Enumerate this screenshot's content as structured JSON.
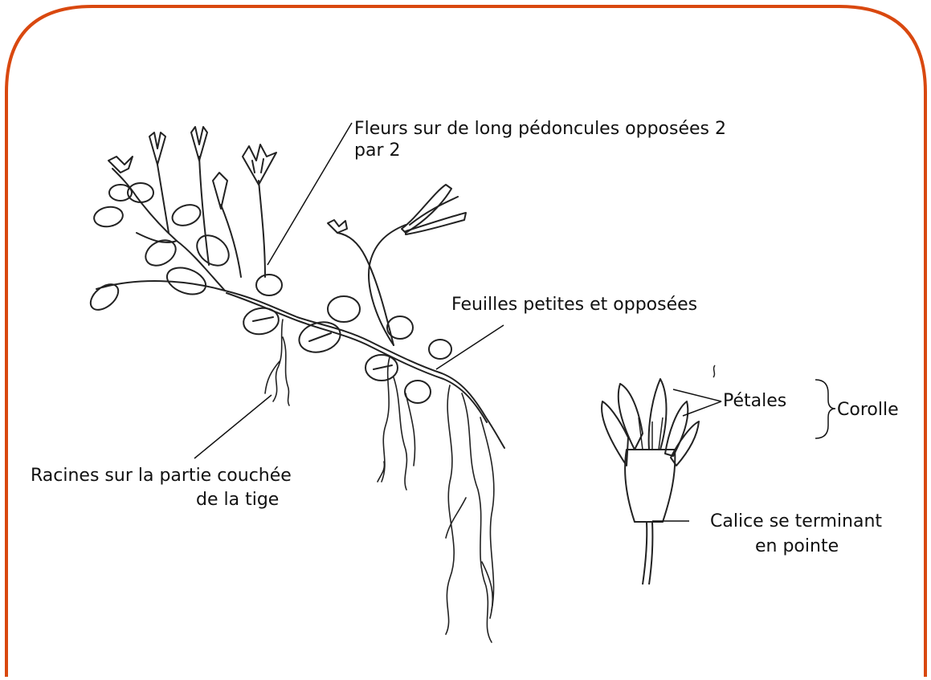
{
  "frame": {
    "border_color": "#d9480f"
  },
  "labels": {
    "flowers": {
      "line1": "Fleurs sur de long pédoncules opposées 2",
      "line2": "par 2"
    },
    "leaves": "Feuilles petites et opposées",
    "roots": {
      "line1": "Racines sur la partie couchée",
      "line2": "de la tige"
    },
    "petals": "Pétales",
    "corolla": "Corolle",
    "calyx": {
      "line1": "Calice se terminant",
      "line2": "en pointe"
    }
  }
}
